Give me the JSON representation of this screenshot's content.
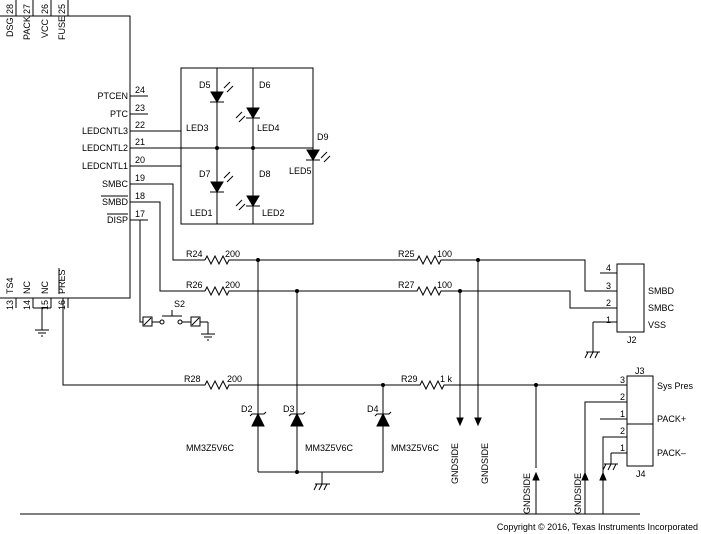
{
  "ic_pins": {
    "top": [
      {
        "num": "28",
        "name": "DSG"
      },
      {
        "num": "27",
        "name": "PACK"
      },
      {
        "num": "26",
        "name": "VCC"
      },
      {
        "num": "25",
        "name": "FUSE"
      }
    ],
    "right": [
      {
        "num": "24",
        "name": "PTCEN"
      },
      {
        "num": "23",
        "name": "PTC"
      },
      {
        "num": "22",
        "name": "LEDCNTL3"
      },
      {
        "num": "21",
        "name": "LEDCNTL2"
      },
      {
        "num": "20",
        "name": "LEDCNTL1"
      },
      {
        "num": "19",
        "name": "SMBC"
      },
      {
        "num": "18",
        "name": "SMBD"
      },
      {
        "num": "17",
        "name": "DISP"
      }
    ],
    "bottom": [
      {
        "num": "13",
        "name": "TS4"
      },
      {
        "num": "14",
        "name": "NC"
      },
      {
        "num": "15",
        "name": "NC"
      },
      {
        "num": "16",
        "name": "PRES"
      }
    ]
  },
  "leds": {
    "d5": "D5",
    "d6": "D6",
    "d7": "D7",
    "d8": "D8",
    "d9": "D9",
    "led1": "LED1",
    "led2": "LED2",
    "led3": "LED3",
    "led4": "LED4",
    "led5": "LED5"
  },
  "switch": {
    "ref": "S2"
  },
  "resistors": {
    "r24": {
      "ref": "R24",
      "value": "200"
    },
    "r25": {
      "ref": "R25",
      "value": "100"
    },
    "r26": {
      "ref": "R26",
      "value": "200"
    },
    "r27": {
      "ref": "R27",
      "value": "100"
    },
    "r28": {
      "ref": "R28",
      "value": "200"
    },
    "r29": {
      "ref": "R29",
      "value": "1 k"
    }
  },
  "zeners": {
    "d2": "D2",
    "d3": "D3",
    "d4": "D4",
    "part": "MM3Z5V6C"
  },
  "j2": {
    "ref": "J2",
    "pins": [
      {
        "num": "4",
        "label": ""
      },
      {
        "num": "3",
        "label": "SMBD"
      },
      {
        "num": "2",
        "label": "SMBC"
      },
      {
        "num": "1",
        "label": "VSS"
      }
    ]
  },
  "j3": {
    "ref": "J3",
    "pins": [
      {
        "num": "3",
        "label": "Sys Pres"
      },
      {
        "num": "2",
        "label": ""
      },
      {
        "num": "1",
        "label": "PACK+"
      }
    ]
  },
  "j4": {
    "ref": "J4",
    "pins": [
      {
        "num": "2",
        "label": "PACK–"
      },
      {
        "num": "1",
        "label": ""
      }
    ]
  },
  "net_labels": {
    "gndside": "GNDSIDE"
  },
  "copyright": "Copyright © 2016, Texas Instruments Incorporated"
}
